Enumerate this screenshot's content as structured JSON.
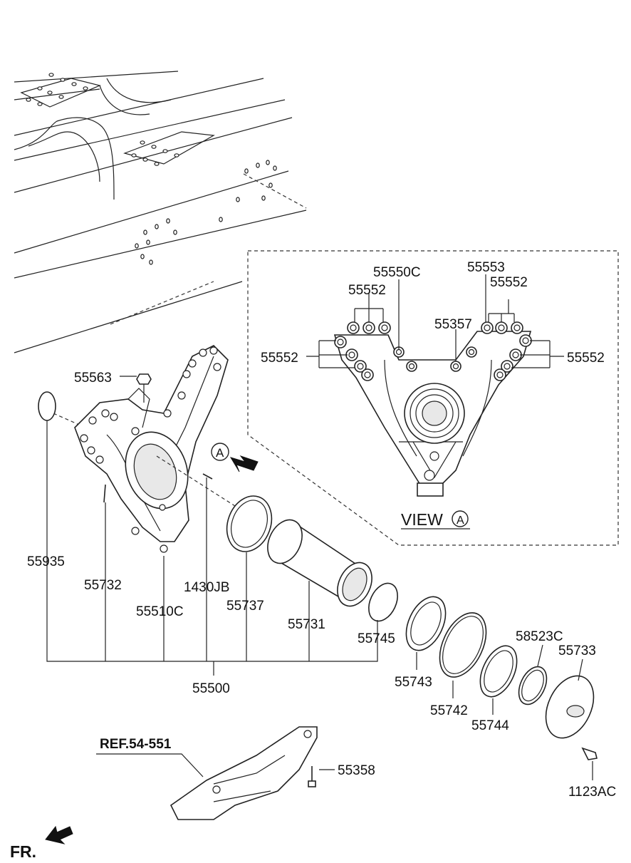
{
  "labels": {
    "p55550C": "55550C",
    "p55553": "55553",
    "p55552_top_left": "55552",
    "p55552_top_right": "55552",
    "p55552_left": "55552",
    "p55552_right": "55552",
    "p55357": "55357",
    "p55563": "55563",
    "p55935": "55935",
    "p55732": "55732",
    "p1430JB": "1430JB",
    "p55510C": "55510C",
    "p55737": "55737",
    "p55731": "55731",
    "p55745": "55745",
    "p55500": "55500",
    "p55743": "55743",
    "p55742": "55742",
    "p55744": "55744",
    "p58523C": "58523C",
    "p55733": "55733",
    "p1123AC": "1123AC",
    "p55358": "55358",
    "ref": "REF.54-551",
    "view_text": "VIEW",
    "view_marker": "A",
    "arrow_marker": "A",
    "front": "FR."
  },
  "icons": {
    "direction_arrow": "solid-arrow-icon",
    "front_arrow": "front-direction-arrow-icon"
  }
}
